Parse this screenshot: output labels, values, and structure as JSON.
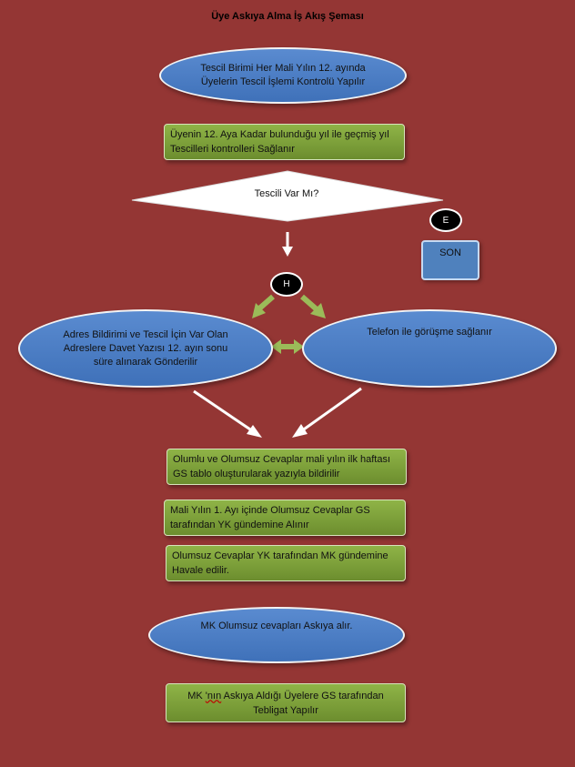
{
  "title": "Üye Askıya Alma İş Akış Şeması",
  "steps": {
    "start": "Tescil Birimi Her Mali Yılın 12. ayında Üyelerin   Tescil İşlemi Kontrolü Yapılır",
    "check": "Üyenin 12. Aya Kadar bulunduğu yıl ile geçmiş yıl Tescilleri kontrolleri Sağlanır",
    "decision": "Tescili Var Mı?",
    "yes_marker": "E",
    "end_label": "SON",
    "no_marker": "H",
    "letter": "Adres Bildirimi ve Tescil İçin Var Olan Adreslere Davet Yazısı 12. ayın sonu süre alınarak  Gönderilir",
    "phone": "Telefon ile görüşme sağlanır",
    "report": "Olumlu ve Olumsuz Cevaplar mali yılın ilk haftası GS tablo oluşturularak yazıyla bildirilir",
    "agenda_yk": "Mali Yılın 1. Ayı içinde  Olumsuz Cevaplar GS tarafından YK gündemine Alınır",
    "refer_mk": "Olumsuz Cevaplar YK tarafından MK gündemine Havale edilir.",
    "suspend": "MK Olumsuz cevapları Askıya alır.",
    "notify_prefix": "MK ",
    "notify_wavy": "'nın",
    "notify_suffix": " Askıya Aldığı Üyelere GS tarafından Tebligat Yapılır"
  },
  "colors": {
    "background": "#943634",
    "ellipse": "#4f81bd",
    "box": "#76923c",
    "arrow_green": "#9bbb59",
    "arrow_white": "#ffffff"
  }
}
